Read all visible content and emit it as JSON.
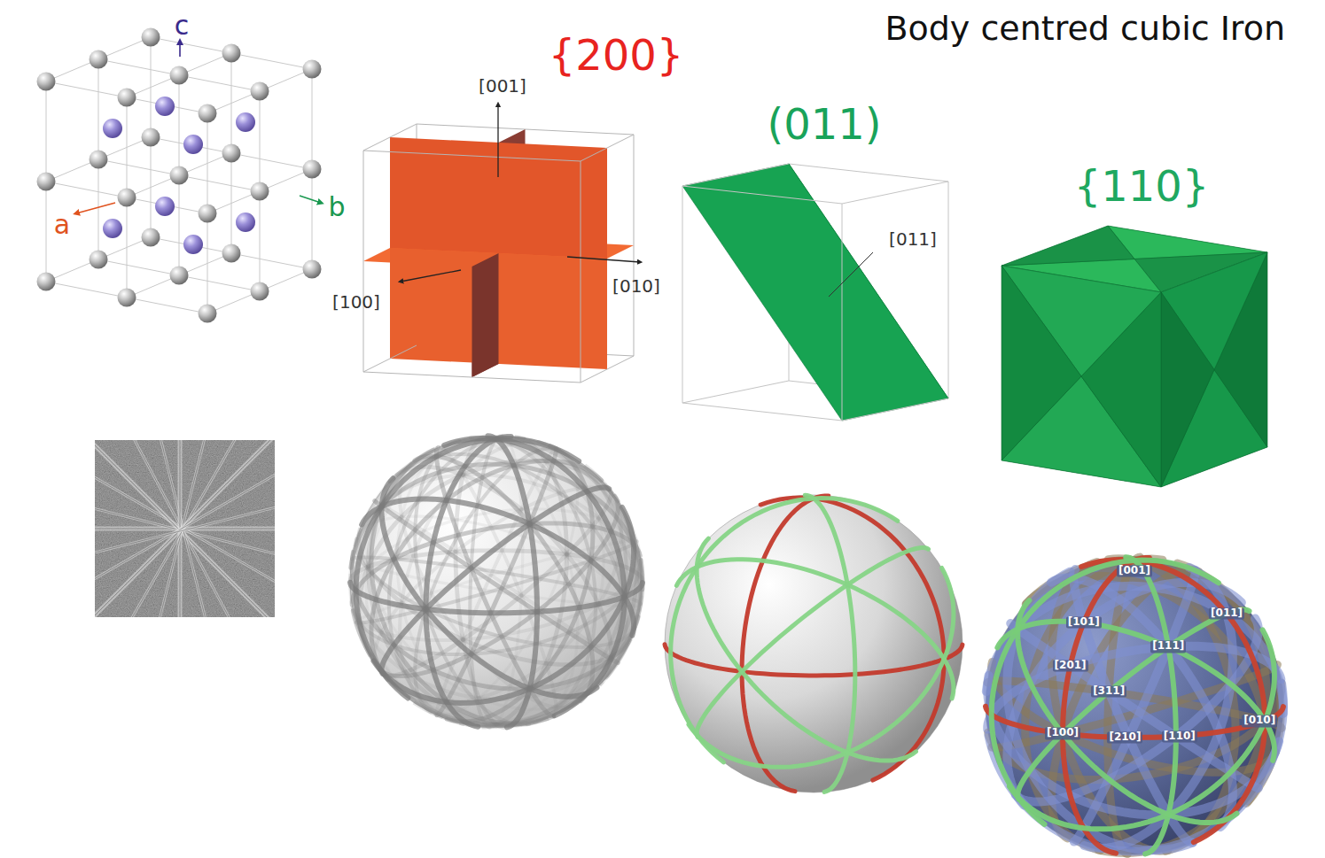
{
  "diagram": {
    "title": "Body centred cubic Iron",
    "labels": [
      "c",
      "a",
      "b",
      "{200}",
      "[001]",
      "[100]",
      "[010]",
      "(011)",
      "[011]",
      "{110}",
      "[001]",
      "[101]",
      "[011]",
      "[111]",
      "[201]",
      "[311]",
      "[100]",
      "[210]",
      "[110]",
      "[010]"
    ]
  }
}
